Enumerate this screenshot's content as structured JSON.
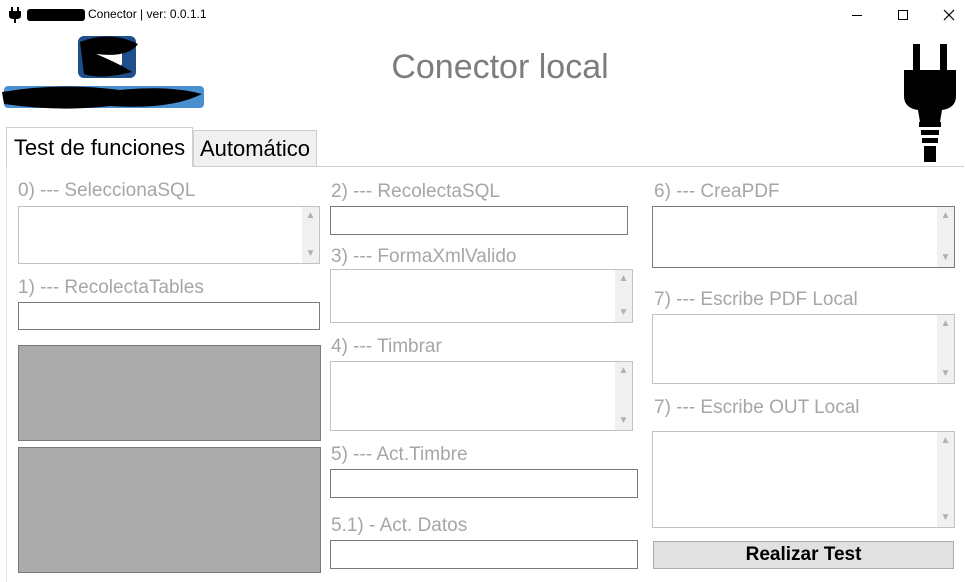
{
  "window": {
    "title_suffix": "Conector | ver: 0.0.1.1",
    "icons": {
      "app": "plug-icon",
      "minimize": "minimize-icon",
      "maximize": "maximize-icon",
      "close": "close-icon"
    }
  },
  "header": {
    "title": "Conector local"
  },
  "tabs": [
    {
      "label": "Test de funciones",
      "active": true
    },
    {
      "label": "Automático",
      "active": false
    }
  ],
  "fields": {
    "f0": {
      "label": "0) --- SeleccionaSQL",
      "value": ""
    },
    "f1": {
      "label": "1) --- RecolectaTables",
      "value": ""
    },
    "f2": {
      "label": "2) --- RecolectaSQL",
      "value": ""
    },
    "f3": {
      "label": "3) --- FormaXmlValido",
      "value": ""
    },
    "f4": {
      "label": "4) --- Timbrar",
      "value": ""
    },
    "f5": {
      "label": "5) --- Act.Timbre",
      "value": ""
    },
    "f51": {
      "label": "5.1) - Act. Datos",
      "value": ""
    },
    "f6": {
      "label": "6) --- CreaPDF",
      "value": ""
    },
    "f7a": {
      "label": "7) --- Escribe PDF Local",
      "value": ""
    },
    "f7b": {
      "label": "7) --- Escribe OUT Local",
      "value": ""
    }
  },
  "actions": {
    "run_test": "Realizar Test"
  },
  "colors": {
    "title_text": "#7d7d7d",
    "label_text": "#a6a6a6",
    "preview_fill": "#ababab",
    "button_fill": "#e1e1e1",
    "logo_blue": "#1f4e8c"
  }
}
